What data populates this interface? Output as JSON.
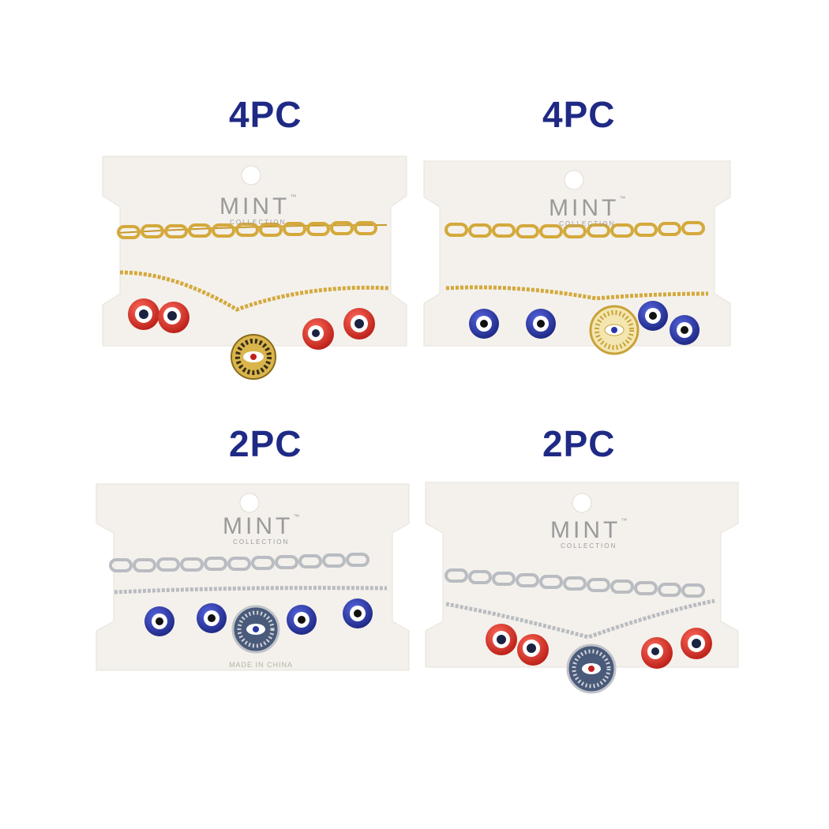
{
  "products": [
    {
      "quantity_label": "4PC",
      "brand": "MINT",
      "trademark": "™",
      "collection": "COLLECTION",
      "metal": "gold",
      "bead_color": "red",
      "made_in": ""
    },
    {
      "quantity_label": "4PC",
      "brand": "MINT",
      "trademark": "™",
      "collection": "COLLECTION",
      "metal": "gold",
      "bead_color": "blue",
      "made_in": ""
    },
    {
      "quantity_label": "2PC",
      "brand": "MINT",
      "trademark": "™",
      "collection": "COLLECTION",
      "metal": "silver",
      "bead_color": "blue",
      "made_in": "MADE IN CHINA"
    },
    {
      "quantity_label": "2PC",
      "brand": "MINT",
      "trademark": "™",
      "collection": "COLLECTION",
      "metal": "silver",
      "bead_color": "red",
      "made_in": ""
    }
  ],
  "colors": {
    "label_navy": "#1f2a85",
    "card": "#f4f1ec",
    "gold": "#d4a93c",
    "silver": "#b9bcc1",
    "bead_red": "#d8322a",
    "bead_blue": "#2a36a6"
  }
}
